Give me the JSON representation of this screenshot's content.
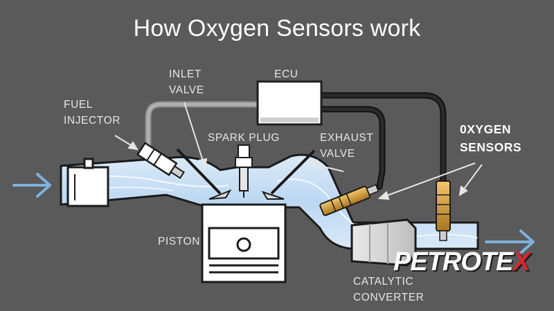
{
  "title": "How Oxygen Sensors work",
  "labels": {
    "fuel_injector": "FUEL\nINJECTOR",
    "inlet_valve": "INLET\nVALVE",
    "ecu": "ECU",
    "spark_plug": "SPARK PLUG",
    "exhaust_valve": "EXHAUST\nVALVE",
    "oxygen_sensors": "0XYGEN\nSENSORS",
    "piston": "PISTON",
    "catalytic_converter": "CATALYTIC\nCONVERTER"
  },
  "logo": {
    "text_a": "PETRO",
    "text_b": "TE",
    "text_c": "X"
  },
  "colors": {
    "background": "#5a5a5a",
    "pipe_flow": "#cfe4f7",
    "sensor_gold": "#d9a441",
    "logo_accent": "#d9262c"
  }
}
